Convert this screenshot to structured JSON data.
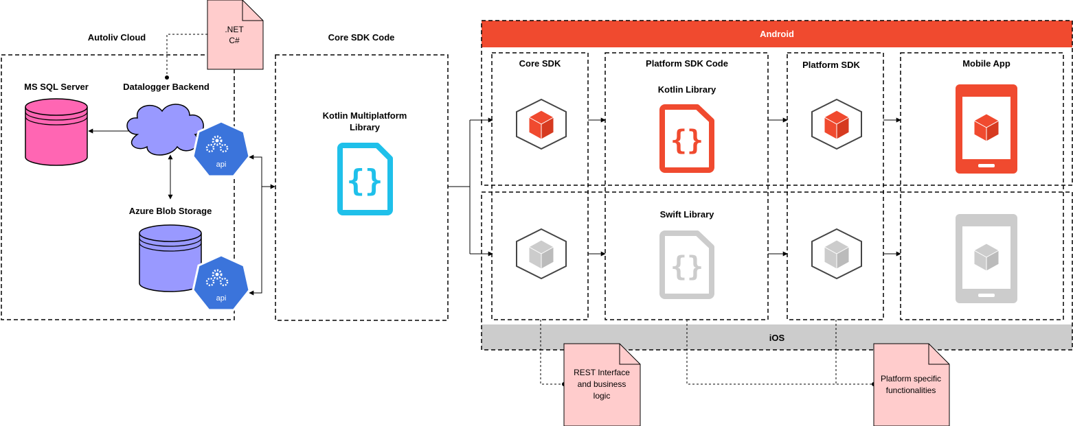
{
  "cloud": {
    "title": "Autoliv Cloud",
    "ms_sql_server": "MS SQL Server",
    "datalogger_backend": "Datalogger Backend",
    "azure_blob_storage": "Azure Blob Storage",
    "api_label": "api"
  },
  "notes": {
    "dotnet_line1": ".NET",
    "dotnet_line2": "C#",
    "rest_line1": "REST Interface",
    "rest_line2": "and business",
    "rest_line3": "logic",
    "platform_line1": "Platform specific",
    "platform_line2": "functionalities"
  },
  "core_sdk_code": {
    "title": "Core SDK Code",
    "library_line1": "Kotlin Multiplatform",
    "library_line2": "Library"
  },
  "platforms": {
    "android": "Android",
    "ios": "iOS"
  },
  "columns": {
    "core_sdk": "Core SDK",
    "platform_sdk_code": "Platform SDK Code",
    "kotlin_library": "Kotlin Library",
    "swift_library": "Swift Library",
    "platform_sdk": "Platform SDK",
    "mobile_app": "Mobile App"
  },
  "colors": {
    "android_red": "#F04A2F",
    "ios_gray": "#CCCCCC",
    "note_pink": "#FFCCCC",
    "sql_pink": "#FF66B3",
    "blob_purple": "#9999FF",
    "cloud_purple": "#9999FF",
    "kotlin_cyan": "#1FC0EA",
    "api_blue": "#3B74DB"
  }
}
